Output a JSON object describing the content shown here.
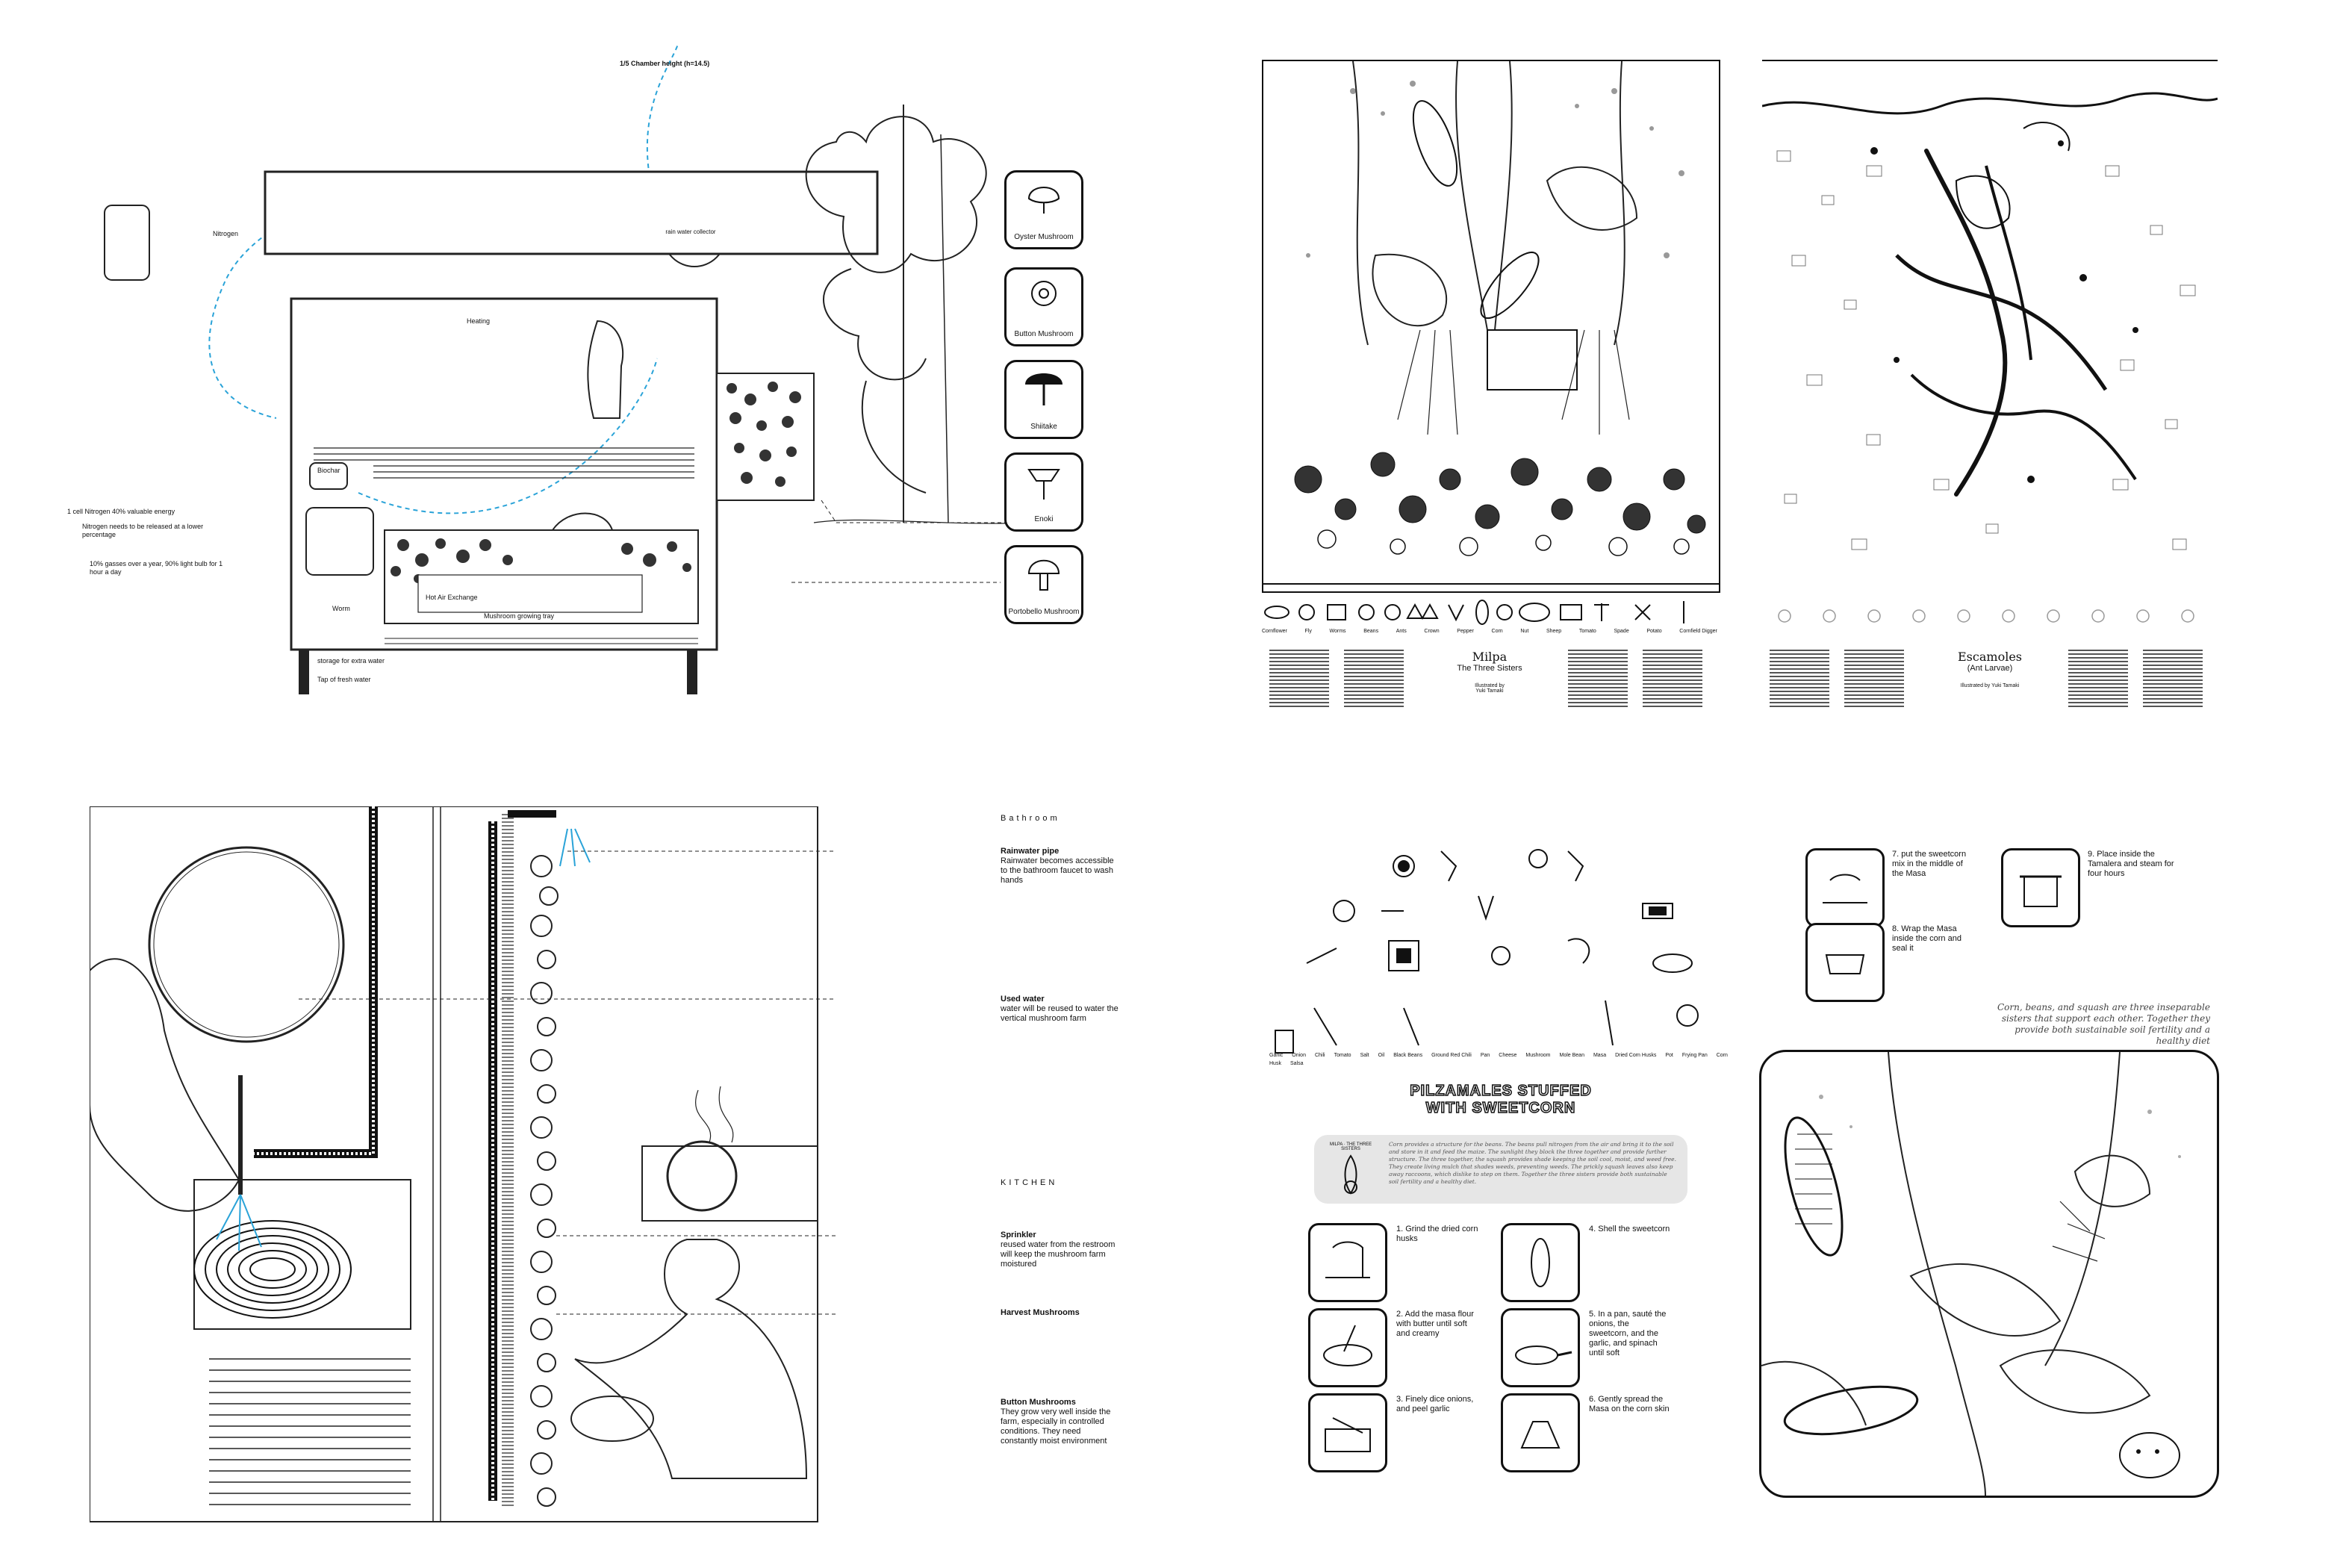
{
  "section": {
    "top_left_header": "1/5 Chamber height (h=14.5)",
    "rain_tank_label": "rain water collector",
    "left_tank_label": "Nitrogen",
    "under_tank_label": "Biochar",
    "bottom_tank_label": "Worm",
    "heat_label": "Heating",
    "left_note_1": "1 cell Nitrogen 40% valuable energy",
    "left_note_2": "Nitrogen needs to be released at a lower percentage",
    "left_note_3": "10% gasses over a year, 90% light bulb for 1 hour a day",
    "mid_note": "Hot Air Exchange",
    "tray_note": "Mushroom growing tray",
    "bottom_note_1": "storage for extra water",
    "bottom_note_2": "Tap of fresh water",
    "mushrooms": [
      {
        "name": "Oyster Mushroom",
        "icon": "oyster-mushroom-icon"
      },
      {
        "name": "Button Mushroom",
        "icon": "button-mushroom-icon"
      },
      {
        "name": "Shiitake",
        "icon": "shiitake-icon"
      },
      {
        "name": "Enoki",
        "icon": "enoki-icon"
      },
      {
        "name": "Portobello Mushroom",
        "icon": "portobello-icon"
      }
    ]
  },
  "detail": {
    "labels": [
      {
        "title": "Bathroom",
        "body": ""
      },
      {
        "title": "Rainwater pipe",
        "body": "Rainwater becomes accessible to the bathroom faucet to wash hands"
      },
      {
        "title": "Used water",
        "body": "water will be reused to water the vertical mushroom farm"
      },
      {
        "title": "KITCHEN",
        "body": ""
      },
      {
        "title": "Sprinkler",
        "body": "reused water from the restroom will keep the mushroom farm moistured"
      },
      {
        "title": "Harvest Mushrooms",
        "body": ""
      },
      {
        "title": "Button Mushrooms",
        "body": "They grow very well inside the farm, especially in controlled conditions. They need constantly moist environment"
      }
    ]
  },
  "poster1": {
    "title": "Milpa",
    "subtitle": "The Three Sisters",
    "byline": "Illustrated by\nYuki Tamaki",
    "legend": [
      "Cornflower",
      "Fly",
      "Worms",
      "Beans",
      "Ants",
      "Crown",
      "Pepper",
      "Corn",
      "Nut",
      "Sheep",
      "Tomato",
      "Spade",
      "Potato",
      "Cornfield Digger"
    ]
  },
  "poster2": {
    "title": "Escamoles",
    "subtitle": "(Ant Larvae)",
    "byline": "Illustrated by Yuki Tamaki"
  },
  "recipe": {
    "title_line1": "PILZAMALES STUFFED",
    "title_line2": "WITH SWEETCORN",
    "intro": "Corn provides a structure for the beans. The beans pull nitrogen from the air and bring it to the soil and store in it and feed the maize. The sunlight they block the three together and provide further structure. The three together, the squash provides shade keeping the soil cool, moist, and weed free. They create living mulch that shades weeds, preventing weeds. The prickly squash leaves also keep away raccoons, which dislike to step on them. Together the three sisters provide both sustainable soil fertility and a healthy diet.",
    "badge": "MILPA · THE THREE SISTERS",
    "ingredients": [
      "Garlic",
      "Onion",
      "Chili",
      "Tomato",
      "Salt",
      "Oil",
      "Black Beans",
      "Ground Red Chili",
      "Pan",
      "Cheese",
      "Mushroom",
      "Mole Bean",
      "Masa",
      "Dried Corn Husks",
      "Pot",
      "Frying Pan",
      "Corn",
      "Husk",
      "Salsa"
    ],
    "steps": [
      "1. Grind the dried corn husks",
      "2. Add the masa flour with butter until soft and creamy",
      "3. Finely dice onions, and peel garlic",
      "4. Shell the sweetcorn",
      "5. In a pan, sauté the onions, the sweetcorn, and the garlic, and spinach until soft",
      "6. Gently spread the Masa on the corn skin",
      "7. put the sweetcorn mix in the middle of the Masa",
      "8. Wrap the Masa inside the corn and seal it",
      "9. Place inside the Tamalera and steam for four hours"
    ],
    "caption": "Corn, beans, and squash are three inseparable sisters that support each other. Together they provide both sustainable soil fertility and a healthy diet"
  },
  "colors": {
    "ink": "#111111",
    "water": "#2aa3d8",
    "panel": "#e6e6e6"
  }
}
